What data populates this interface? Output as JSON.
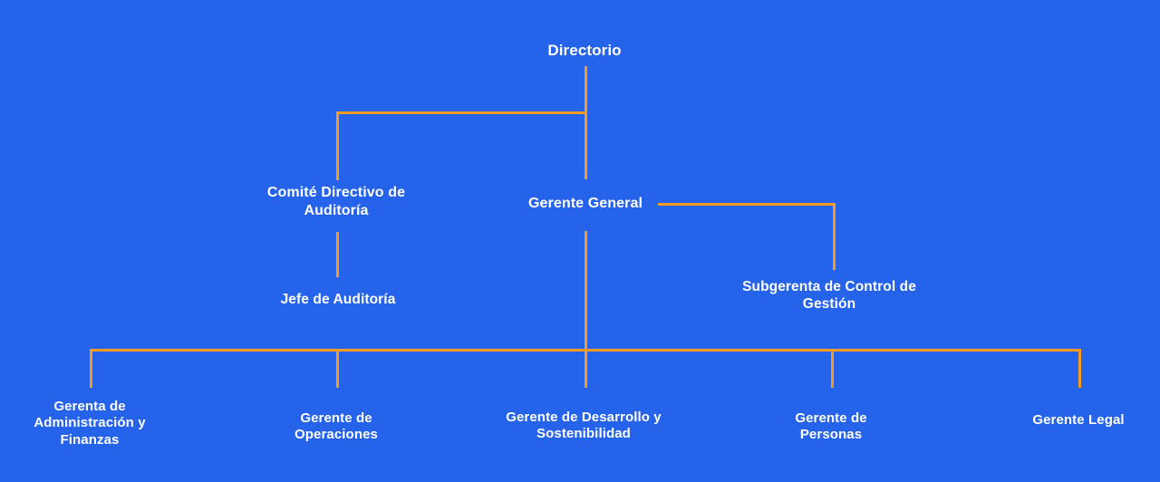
{
  "meta": {
    "title": "Organigrama",
    "background_color": "#2563eb",
    "connector_color": "#f59b22",
    "text_color": "#ffffff"
  },
  "nodes": {
    "directorio": {
      "label": "Directorio"
    },
    "comite_auditoria": {
      "label": "Comité Directivo de\nAuditoría"
    },
    "gerente_general": {
      "label": "Gerente General"
    },
    "jefe_auditoria": {
      "label": "Jefe de Auditoría"
    },
    "subgerenta_control": {
      "label": "Subgerenta de Control de\nGestión"
    },
    "gerenta_admin_finanzas": {
      "label": "Gerenta de\nAdministración y\nFinanzas"
    },
    "gerente_operaciones": {
      "label": "Gerente de\nOperaciones"
    },
    "gerente_desarrollo": {
      "label": "Gerente de Desarrollo y\nSostenibilidad"
    },
    "gerente_personas": {
      "label": "Gerente de\nPersonas"
    },
    "gerente_legal": {
      "label": "Gerente Legal"
    }
  }
}
